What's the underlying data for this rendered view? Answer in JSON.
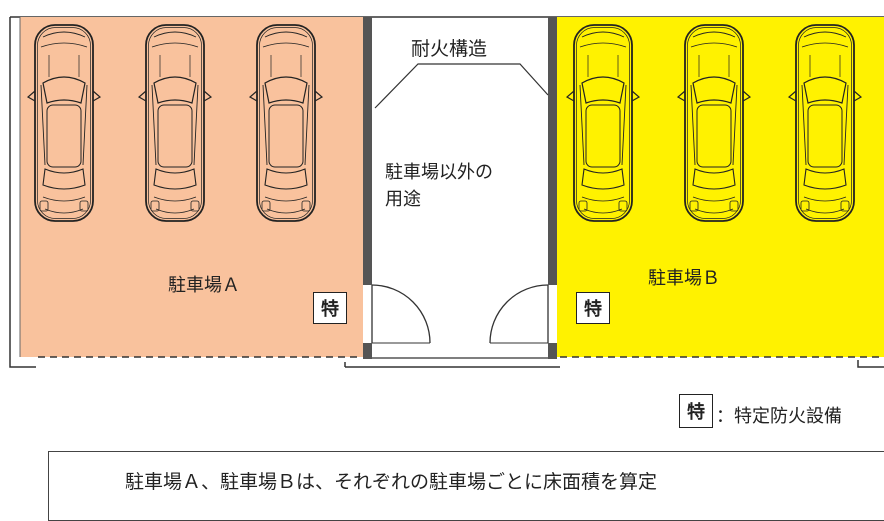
{
  "colors": {
    "parking_a_fill": "#f9c29d",
    "parking_b_fill": "#fff200",
    "wall": "#555555",
    "line": "#333333"
  },
  "labels": {
    "parking_a": "駐車場Ａ",
    "parking_b": "駐車場Ｂ",
    "fireproof": "耐火構造",
    "other_use_line1": "駐車場以外の",
    "other_use_line2": "用途"
  },
  "legend": {
    "symbol": "特",
    "text": "：特定防火設備"
  },
  "note": "駐車場Ａ、駐車場Ｂは、それぞれの駐車場ごとに床面積を算定",
  "icons": [
    "car-top-view-icon",
    "door-swing-icon"
  ]
}
